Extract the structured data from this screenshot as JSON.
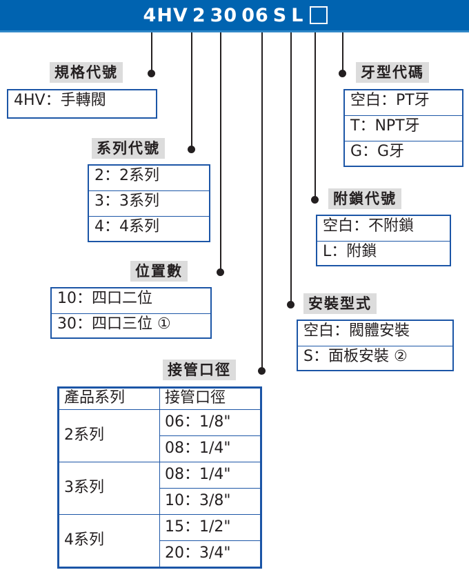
{
  "header": {
    "code_segments": [
      "4HV",
      "2",
      "30",
      "06",
      "S",
      "L"
    ],
    "blank_box_label": "□",
    "bar_color": "#0063b0",
    "underline_color": "#2f87c8"
  },
  "spec_code": {
    "caption": "規格代號",
    "rows": [
      "4HV：手轉閥"
    ]
  },
  "series_code": {
    "caption": "系列代號",
    "rows": [
      "2：2系列",
      "3：3系列",
      "4：4系列"
    ]
  },
  "position_count": {
    "caption": "位置數",
    "rows": [
      "10：四口二位",
      "30：四口三位 ①"
    ]
  },
  "bore_size": {
    "caption": "接管口徑",
    "columns": [
      "產品系列",
      "接管口徑"
    ],
    "groups": [
      {
        "series": "2系列",
        "sizes": [
          "06：1/8\"",
          "08：1/4\""
        ]
      },
      {
        "series": "3系列",
        "sizes": [
          "08：1/4\"",
          "10：3/8\""
        ]
      },
      {
        "series": "4系列",
        "sizes": [
          "15：1/2\"",
          "20：3/4\""
        ]
      }
    ]
  },
  "thread_type": {
    "caption": "牙型代碼",
    "rows": [
      "空白：PT牙",
      "T：NPT牙",
      "G：G牙"
    ]
  },
  "lock_code": {
    "caption": "附鎖代號",
    "rows": [
      "空白：不附鎖",
      "L：附鎖"
    ]
  },
  "mounting_type": {
    "caption": "安裝型式",
    "rows": [
      "空白：閥體安裝",
      "S：面板安裝 ②"
    ]
  },
  "colors": {
    "box_border": "#1b55a6",
    "caption_bg": "#dcdcdc",
    "leader": "#231f20"
  }
}
